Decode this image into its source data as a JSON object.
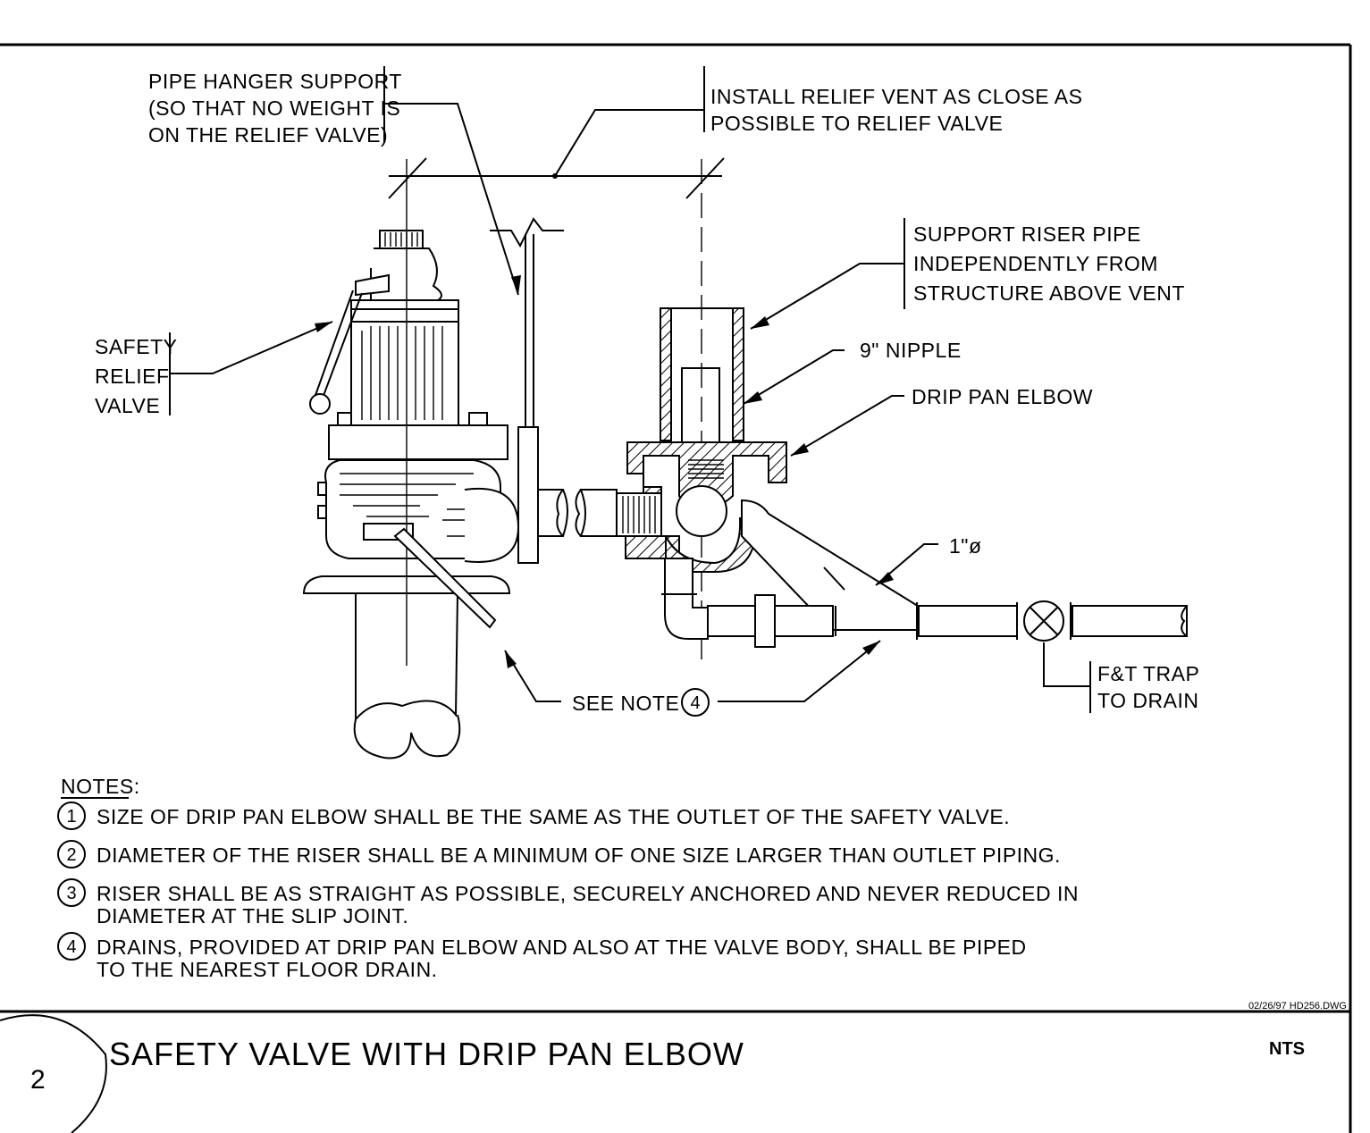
{
  "callouts": {
    "pipe_hanger": [
      "PIPE HANGER SUPPORT",
      "(SO THAT NO WEIGHT IS",
      "ON THE RELIEF VALVE)"
    ],
    "install_vent": [
      "INSTALL RELIEF VENT AS CLOSE AS",
      "POSSIBLE TO RELIEF VALVE"
    ],
    "support_riser": [
      "SUPPORT RISER PIPE",
      "INDEPENDENTLY FROM",
      "STRUCTURE ABOVE VENT"
    ],
    "safety_valve": [
      "SAFETY",
      "RELIEF",
      "VALVE"
    ],
    "nipple": "9\" NIPPLE",
    "drip_pan": "DRIP PAN ELBOW",
    "diameter": "1\"ø",
    "see_note": "SEE NOTE",
    "see_note_num": "4",
    "trap": [
      "F&T TRAP",
      "TO DRAIN"
    ]
  },
  "notes": {
    "heading": "NOTES:",
    "items": [
      {
        "num": "1",
        "lines": [
          "SIZE OF DRIP PAN ELBOW SHALL BE THE SAME AS THE OUTLET OF THE SAFETY VALVE."
        ]
      },
      {
        "num": "2",
        "lines": [
          "DIAMETER OF THE RISER SHALL BE A MINIMUM OF ONE SIZE LARGER THAN OUTLET PIPING."
        ]
      },
      {
        "num": "3",
        "lines": [
          "RISER SHALL BE AS STRAIGHT AS POSSIBLE, SECURELY ANCHORED AND NEVER REDUCED IN",
          "DIAMETER AT THE SLIP JOINT."
        ]
      },
      {
        "num": "4",
        "lines": [
          "DRAINS, PROVIDED AT DRIP PAN ELBOW AND ALSO AT THE VALVE BODY, SHALL BE PIPED",
          "TO THE NEAREST FLOOR DRAIN."
        ]
      }
    ]
  },
  "title_block": {
    "file_ref": "02/26/97 HD256.DWG",
    "detail_number": "2",
    "title": "SAFETY VALVE WITH DRIP PAN ELBOW",
    "scale": "NTS"
  }
}
